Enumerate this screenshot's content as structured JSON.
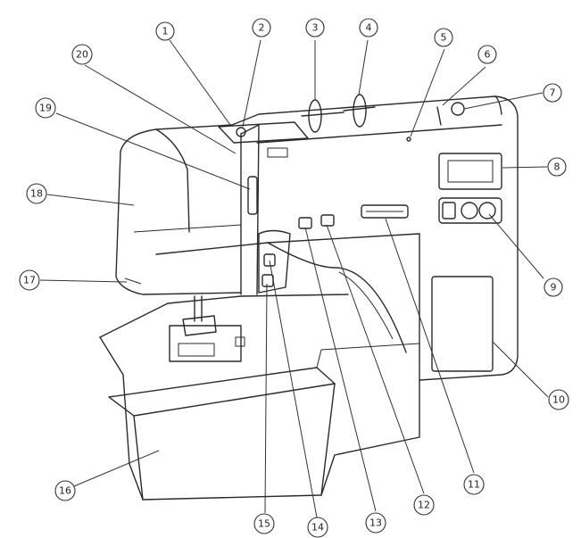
{
  "callouts": [
    {
      "id": 1,
      "label": "1"
    },
    {
      "id": 2,
      "label": "2"
    },
    {
      "id": 3,
      "label": "3"
    },
    {
      "id": 4,
      "label": "4"
    },
    {
      "id": 5,
      "label": "5"
    },
    {
      "id": 6,
      "label": "6"
    },
    {
      "id": 7,
      "label": "7"
    },
    {
      "id": 8,
      "label": "8"
    },
    {
      "id": 9,
      "label": "9"
    },
    {
      "id": 10,
      "label": "10"
    },
    {
      "id": 11,
      "label": "11"
    },
    {
      "id": 12,
      "label": "12"
    },
    {
      "id": 13,
      "label": "13"
    },
    {
      "id": 14,
      "label": "14"
    },
    {
      "id": 15,
      "label": "15"
    },
    {
      "id": 16,
      "label": "16"
    },
    {
      "id": 17,
      "label": "17"
    },
    {
      "id": 18,
      "label": "18"
    },
    {
      "id": 19,
      "label": "19"
    },
    {
      "id": 20,
      "label": "20"
    }
  ]
}
